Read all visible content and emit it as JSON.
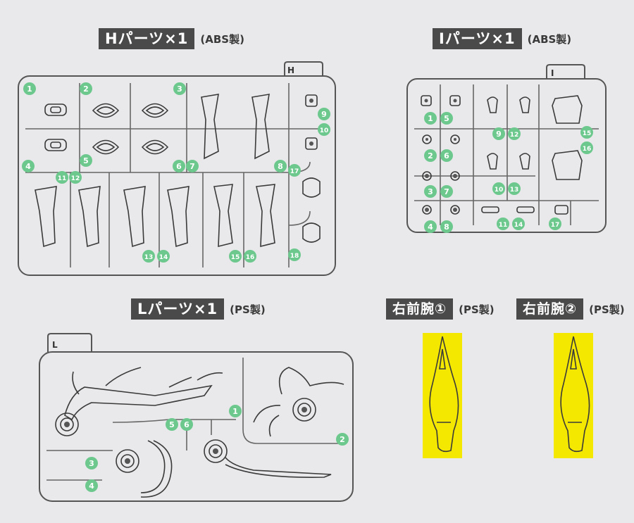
{
  "h_panel": {
    "title": "Hパーツ×1",
    "material": "(ABS製)",
    "frame_label": "H",
    "numbers": [
      "1",
      "2",
      "3",
      "4",
      "5",
      "6",
      "7",
      "8",
      "9",
      "10",
      "11",
      "12",
      "13",
      "14",
      "15",
      "16",
      "17",
      "18"
    ]
  },
  "i_panel": {
    "title": "Iパーツ×1",
    "material": "(ABS製)",
    "frame_label": "I",
    "numbers": [
      "1",
      "5",
      "2",
      "6",
      "3",
      "7",
      "4",
      "8",
      "9",
      "12",
      "10",
      "13",
      "11",
      "14",
      "17",
      "15",
      "16"
    ]
  },
  "l_panel": {
    "title": "Lパーツ×1",
    "material": "(PS製)",
    "frame_label": "L",
    "numbers": [
      "1",
      "2",
      "3",
      "4",
      "5",
      "6"
    ]
  },
  "forearm1": {
    "title": "右前腕①",
    "material": "(PS製)"
  },
  "forearm2": {
    "title": "右前腕②",
    "material": "(PS製)"
  },
  "colors": {
    "badge": "#6dc88e",
    "yellow": "#f5e800",
    "tag_bg": "#4a4a4a"
  }
}
